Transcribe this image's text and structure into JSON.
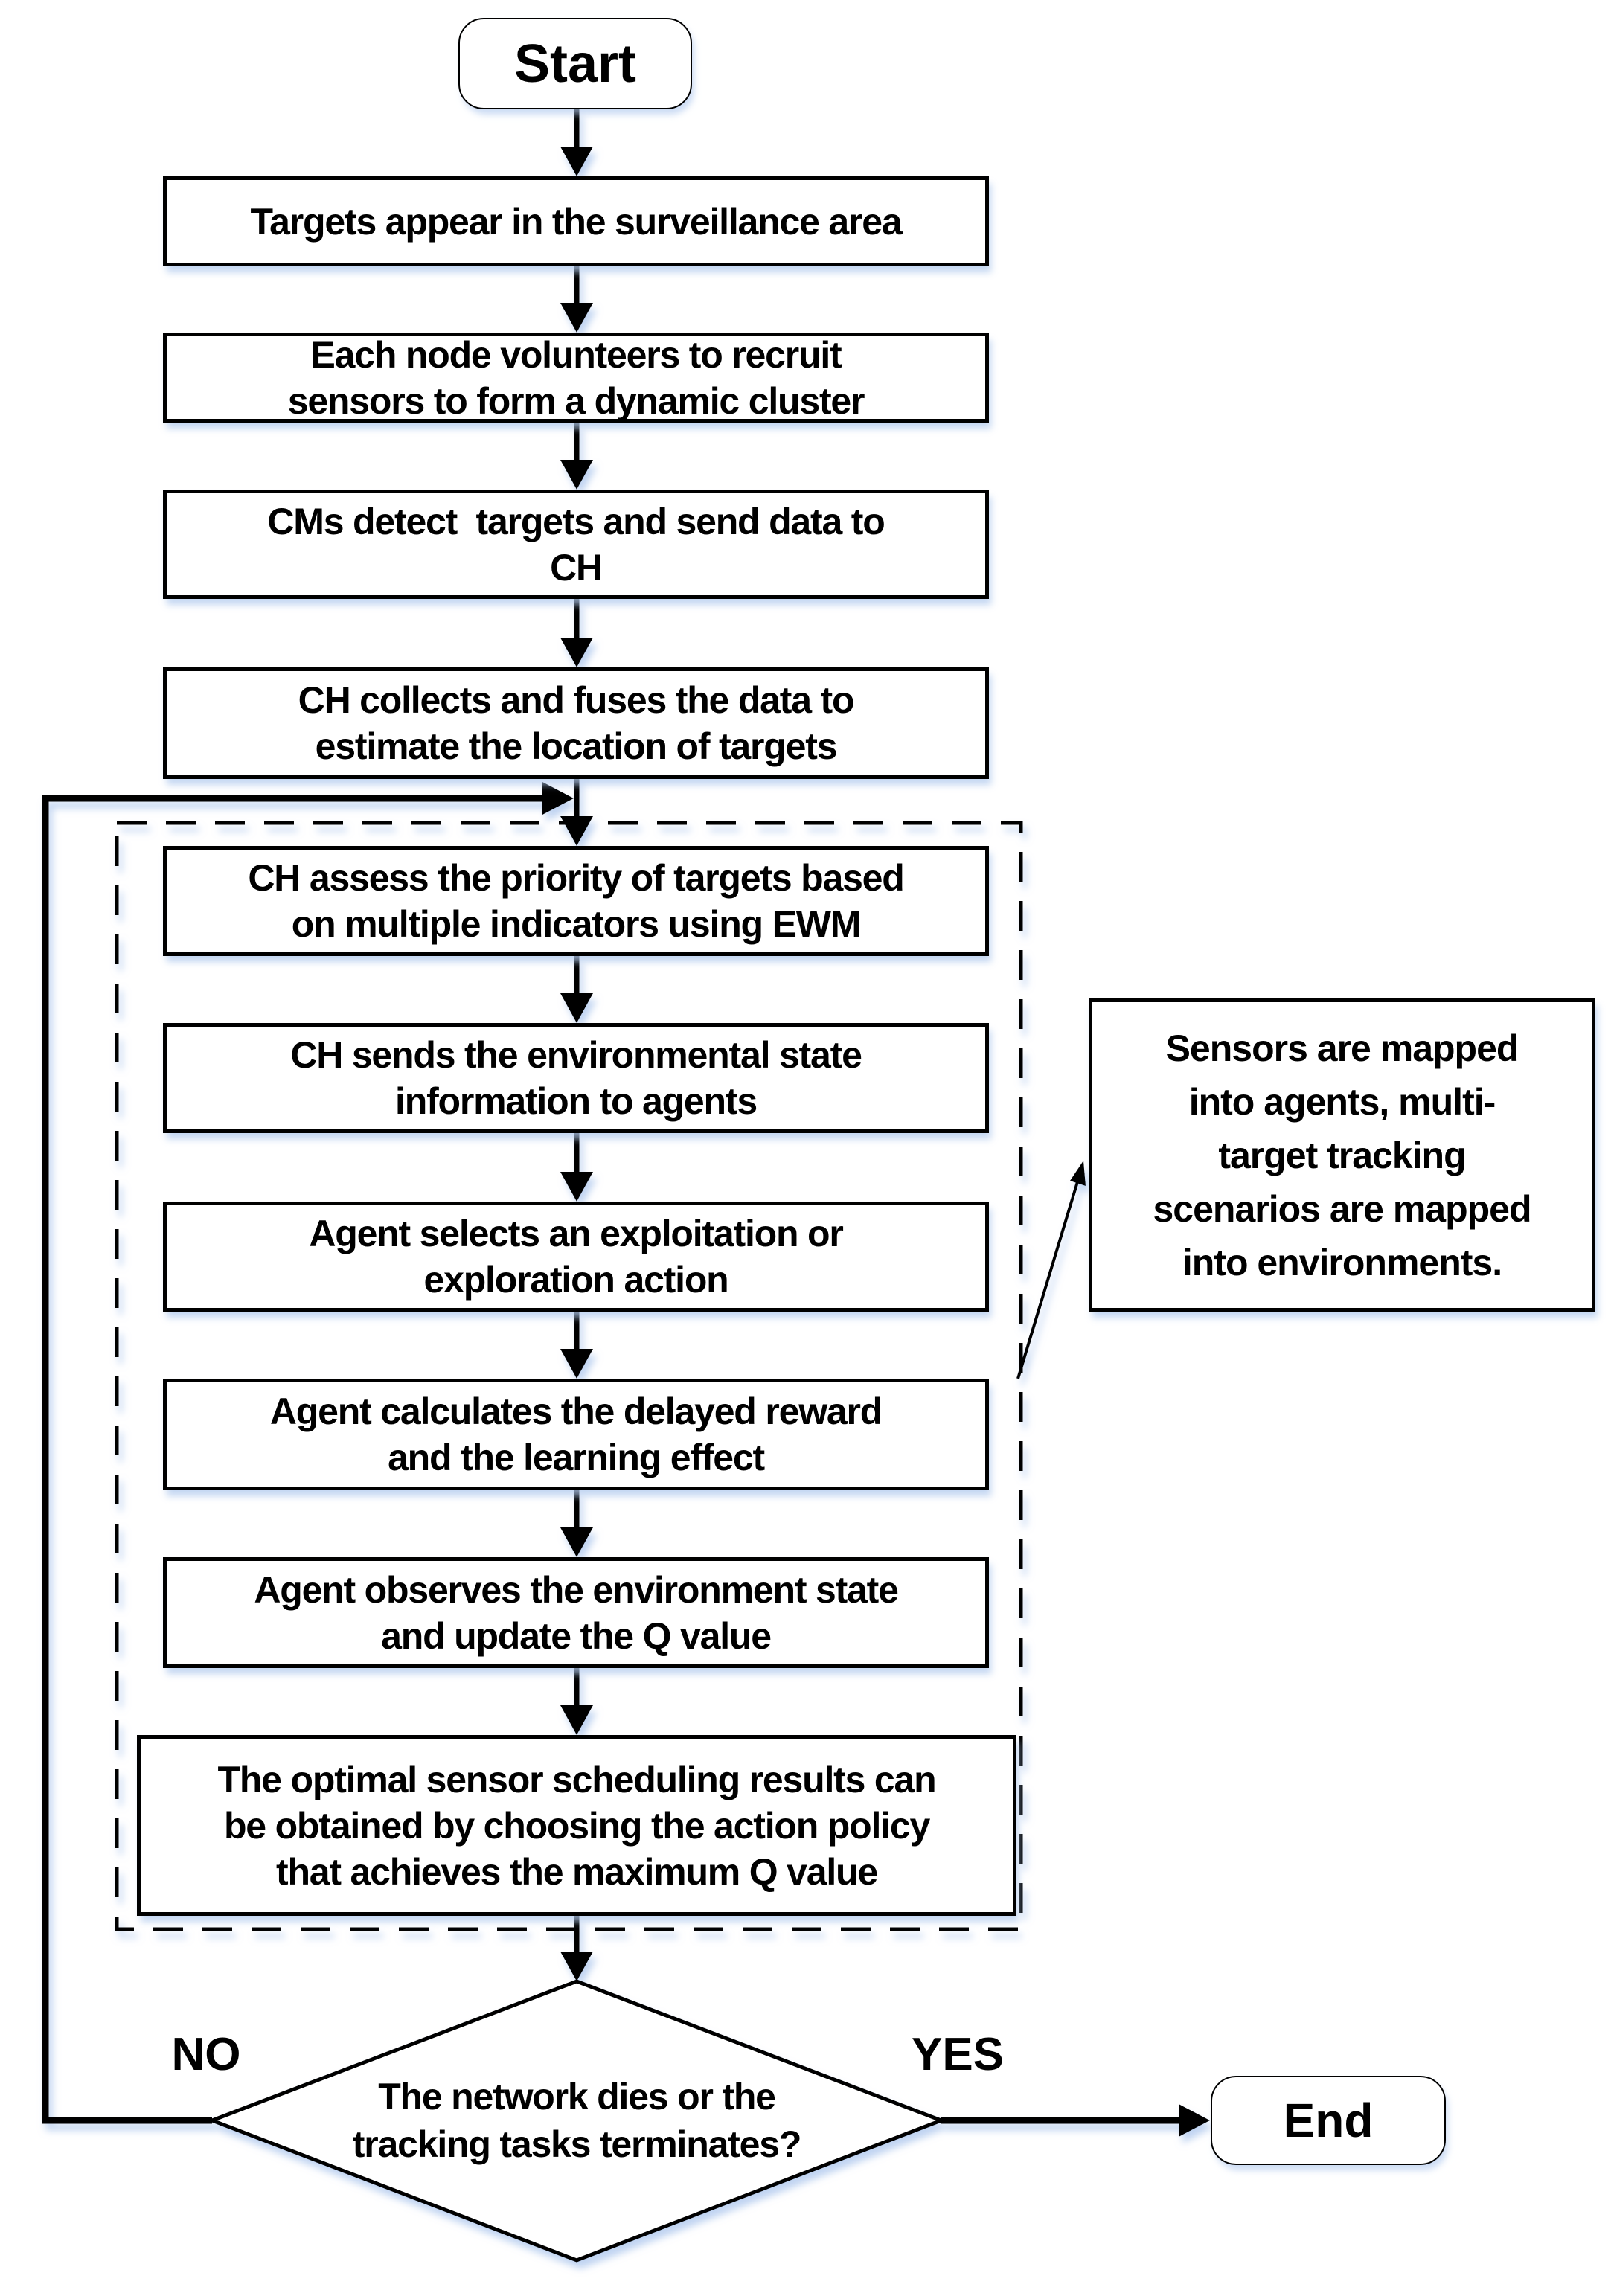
{
  "flowchart": {
    "background_color": "#ffffff",
    "line_color": "#000000",
    "shadow_color": "#b0c9ee",
    "start_label": "Start",
    "end_label": "End",
    "steps": [
      {
        "id": "targets-appear",
        "text": "Targets appear in the surveillance area"
      },
      {
        "id": "nodes-volunteer",
        "text": "Each node volunteers to recruit\nsensors to form a dynamic cluster"
      },
      {
        "id": "cms-detect",
        "text": "CMs detect  targets and send data to\nCH"
      },
      {
        "id": "ch-collects",
        "text": "CH collects and fuses the data to\nestimate the location of targets"
      }
    ],
    "loop_steps": [
      {
        "id": "ch-assess",
        "text": "CH assess the priority of targets based\non multiple indicators using EWM"
      },
      {
        "id": "ch-sends",
        "text": "CH sends the environmental state\ninformation to agents"
      },
      {
        "id": "agent-selects",
        "text": "Agent selects an exploitation or\nexploration action"
      },
      {
        "id": "agent-calculates",
        "text": "Agent calculates the delayed reward\nand the learning effect"
      },
      {
        "id": "agent-observes",
        "text": "Agent observes the environment state\nand update the Q value"
      },
      {
        "id": "optimal-scheduling",
        "text": "The optimal sensor scheduling results can\nbe obtained by choosing the action policy\nthat achieves the maximum Q value"
      }
    ],
    "decision": {
      "text": "The network dies or the\ntracking tasks terminates?",
      "no_label": "NO",
      "yes_label": "YES"
    },
    "note": {
      "text": "Sensors are mapped\ninto agents, multi-\ntarget tracking\nscenarios are mapped\ninto environments."
    }
  }
}
